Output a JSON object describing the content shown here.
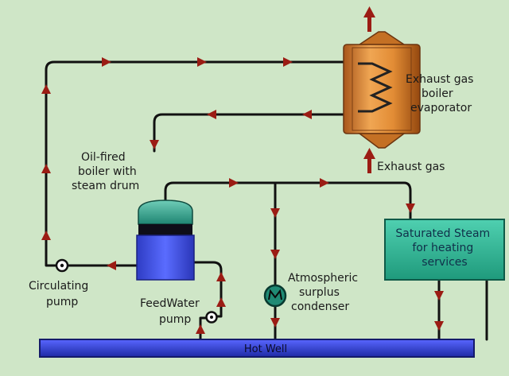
{
  "labels": {
    "exhaust_boiler": [
      "Exhaust gas",
      "boiler",
      "evaporator"
    ],
    "exhaust_gas": "Exhaust gas",
    "oil_boiler": [
      "Oil-fired",
      "boiler with",
      "steam drum"
    ],
    "sat_steam": [
      "Saturated Steam",
      "for heating",
      "services"
    ],
    "atm_condenser": [
      "Atmospheric",
      "surplus",
      "condenser"
    ],
    "circ_pump": [
      "Circulating",
      "pump"
    ],
    "feed_pump": [
      "FeedWater",
      "pump"
    ],
    "hot_well": "Hot Well"
  },
  "colors": {
    "background": "#cfe6c7",
    "pipe": "#111111",
    "arrow": "#9b1c14",
    "exhaust_boiler": "#d98a3a",
    "exhaust_coil": "#222222",
    "oil_boiler_top": "#2f9a86",
    "oil_boiler_body": "#3f52e0",
    "sat_steam_box": "#2fb392",
    "hot_well": "#2f3fd8",
    "condenser": "#1f8a74"
  },
  "icons": {
    "exhaust_outlet_arrow": "up-arrow-icon",
    "exhaust_inlet_arrow": "up-arrow-icon",
    "circ_pump": "pump-icon",
    "feed_pump": "pump-icon",
    "condenser": "condenser-icon"
  }
}
